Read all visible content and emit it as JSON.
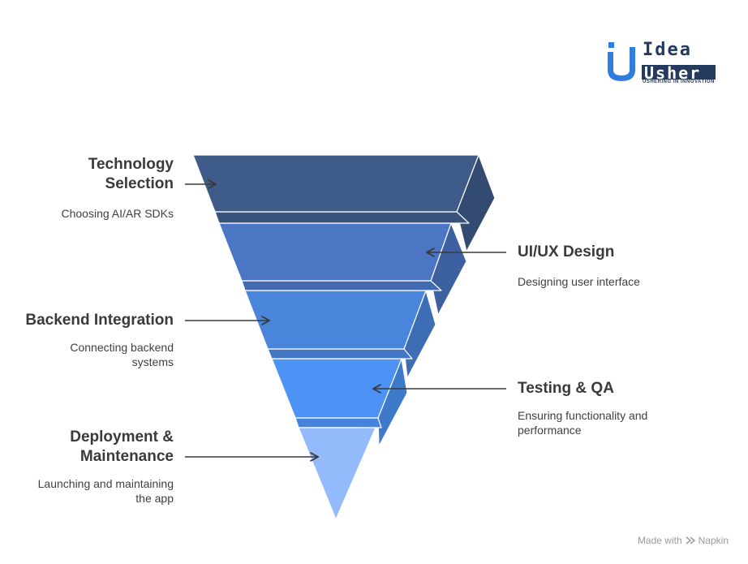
{
  "logo": {
    "line1": "Idea",
    "line2": "Usher",
    "tagline": "USHERING IN INNOVATION"
  },
  "stages": [
    {
      "title_lines": [
        "Technology",
        "Selection"
      ],
      "desc_lines": [
        "Choosing AI/AR SDKs"
      ],
      "side": "left",
      "color": "#3f5b8a"
    },
    {
      "title_lines": [
        "UI/UX Design"
      ],
      "desc_lines": [
        "Designing user interface"
      ],
      "side": "right",
      "color": "#4a76c3"
    },
    {
      "title_lines": [
        "Backend Integration"
      ],
      "desc_lines": [
        "Connecting backend",
        "systems"
      ],
      "side": "left",
      "color": "#4a85dc"
    },
    {
      "title_lines": [
        "Testing & QA"
      ],
      "desc_lines": [
        "Ensuring functionality and",
        "performance"
      ],
      "side": "right",
      "color": "#4d93f5"
    },
    {
      "title_lines": [
        "Deployment &",
        "Maintenance"
      ],
      "desc_lines": [
        "Launching and maintaining",
        "the app"
      ],
      "side": "left",
      "color": "#93bafa"
    }
  ],
  "footer": {
    "made_with": "Made with",
    "brand": "Napkin"
  }
}
